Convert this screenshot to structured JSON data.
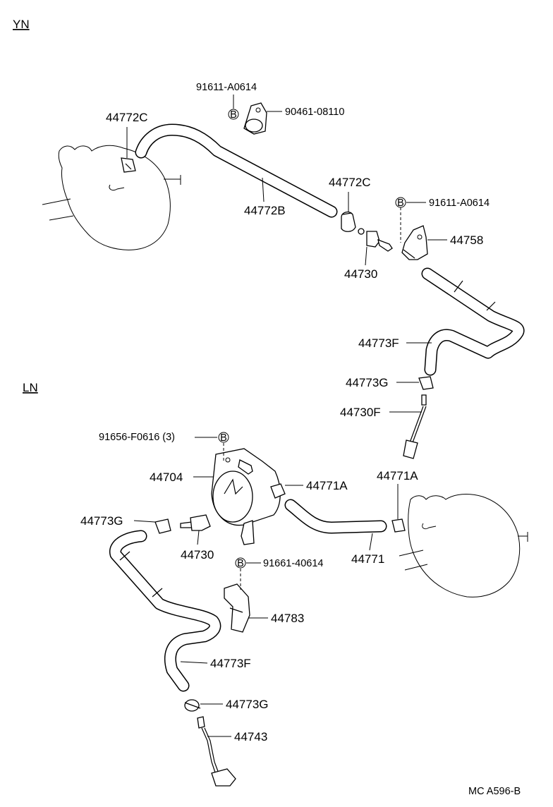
{
  "sections": {
    "top": "YN",
    "bottom": "LN"
  },
  "bolt_symbol": "B",
  "labels": {
    "p44772c_a": "44772C",
    "p91611_top": "91611-A0614",
    "p90461": "90461-08110",
    "p44772b": "44772B",
    "p44772c_b": "44772C",
    "p91611_right": "91611-A0614",
    "p44758": "44758",
    "p44730_top": "44730",
    "p44773f_top": "44773F",
    "p44773g_mid": "44773G",
    "p44730f": "44730F",
    "p91656": "91656-F0616 (3)",
    "p44704": "44704",
    "p44771a_left": "44771A",
    "p44771a_right": "44771A",
    "p44773g_left": "44773G",
    "p44730_bottom": "44730",
    "p44771": "44771",
    "p91661": "91661-40614",
    "p44783": "44783",
    "p44773f_bottom": "44773F",
    "p44773g_bottom": "44773G",
    "p44743": "44743"
  },
  "diagram_code": "MC A596-B"
}
